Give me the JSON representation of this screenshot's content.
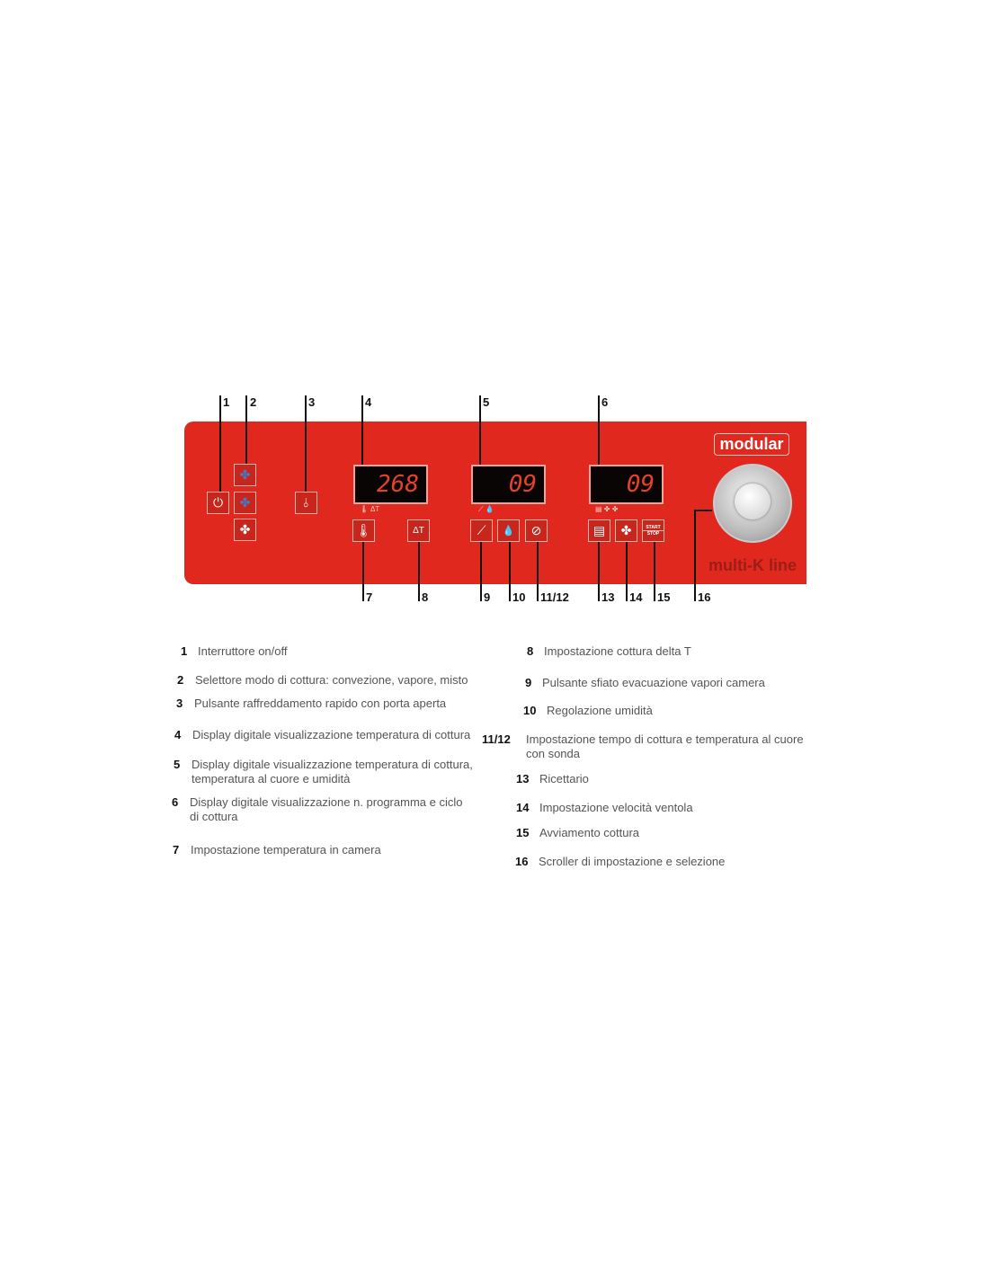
{
  "panel": {
    "brand_logo": "modular",
    "brand_line": "multi-K line",
    "displays": [
      {
        "value": "268",
        "sub": "🌡 ΔT"
      },
      {
        "value": "09",
        "sub": "⟋ 💧"
      },
      {
        "value": "09",
        "sub": "▤ ✤ ✤"
      }
    ],
    "buttons": {
      "power": "⏻",
      "fan1": "✤",
      "fan2": "✤",
      "fan3": "✤",
      "cool": "⫰",
      "temp": "🌡",
      "delta": "ΔT",
      "vent": "⟋",
      "humidity": "💧",
      "probe": "⊘",
      "recipe": "▤",
      "fanspeed": "✤",
      "start": "START",
      "stop": "STOP"
    },
    "callouts_top": [
      "1",
      "2",
      "3",
      "4",
      "5",
      "6"
    ],
    "callouts_bottom": [
      "7",
      "8",
      "9",
      "10",
      "11/12",
      "13",
      "14",
      "15",
      "16"
    ]
  },
  "legend": [
    {
      "n": "1",
      "text": "Interruttore on/off"
    },
    {
      "n": "2",
      "text": "Selettore modo di cottura: convezione, vapore, misto"
    },
    {
      "n": "3",
      "text": "Pulsante raffreddamento rapido con porta aperta"
    },
    {
      "n": "4",
      "text": "Display digitale visualizzazione temperatura di cottura"
    },
    {
      "n": "5",
      "text": "Display digitale visualizzazione temperatura di cottura,",
      "text2": "temperatura al cuore e umidità"
    },
    {
      "n": "6",
      "text": "Display digitale visualizzazione n. programma e ciclo",
      "text2": "di cottura"
    },
    {
      "n": "7",
      "text": "Impostazione temperatura in camera"
    },
    {
      "n": "8",
      "text": "Impostazione cottura delta T"
    },
    {
      "n": "9",
      "text": "Pulsante sfiato evacuazione vapori camera"
    },
    {
      "n": "10",
      "text": "Regolazione umidità"
    },
    {
      "n": "11/12",
      "text": "Impostazione tempo di cottura e temperatura al cuore",
      "text2": "con sonda"
    },
    {
      "n": "13",
      "text": "Ricettario"
    },
    {
      "n": "14",
      "text": "Impostazione velocità ventola"
    },
    {
      "n": "15",
      "text": "Avviamento cottura"
    },
    {
      "n": "16",
      "text": "Scroller di impostazione e selezione"
    }
  ]
}
